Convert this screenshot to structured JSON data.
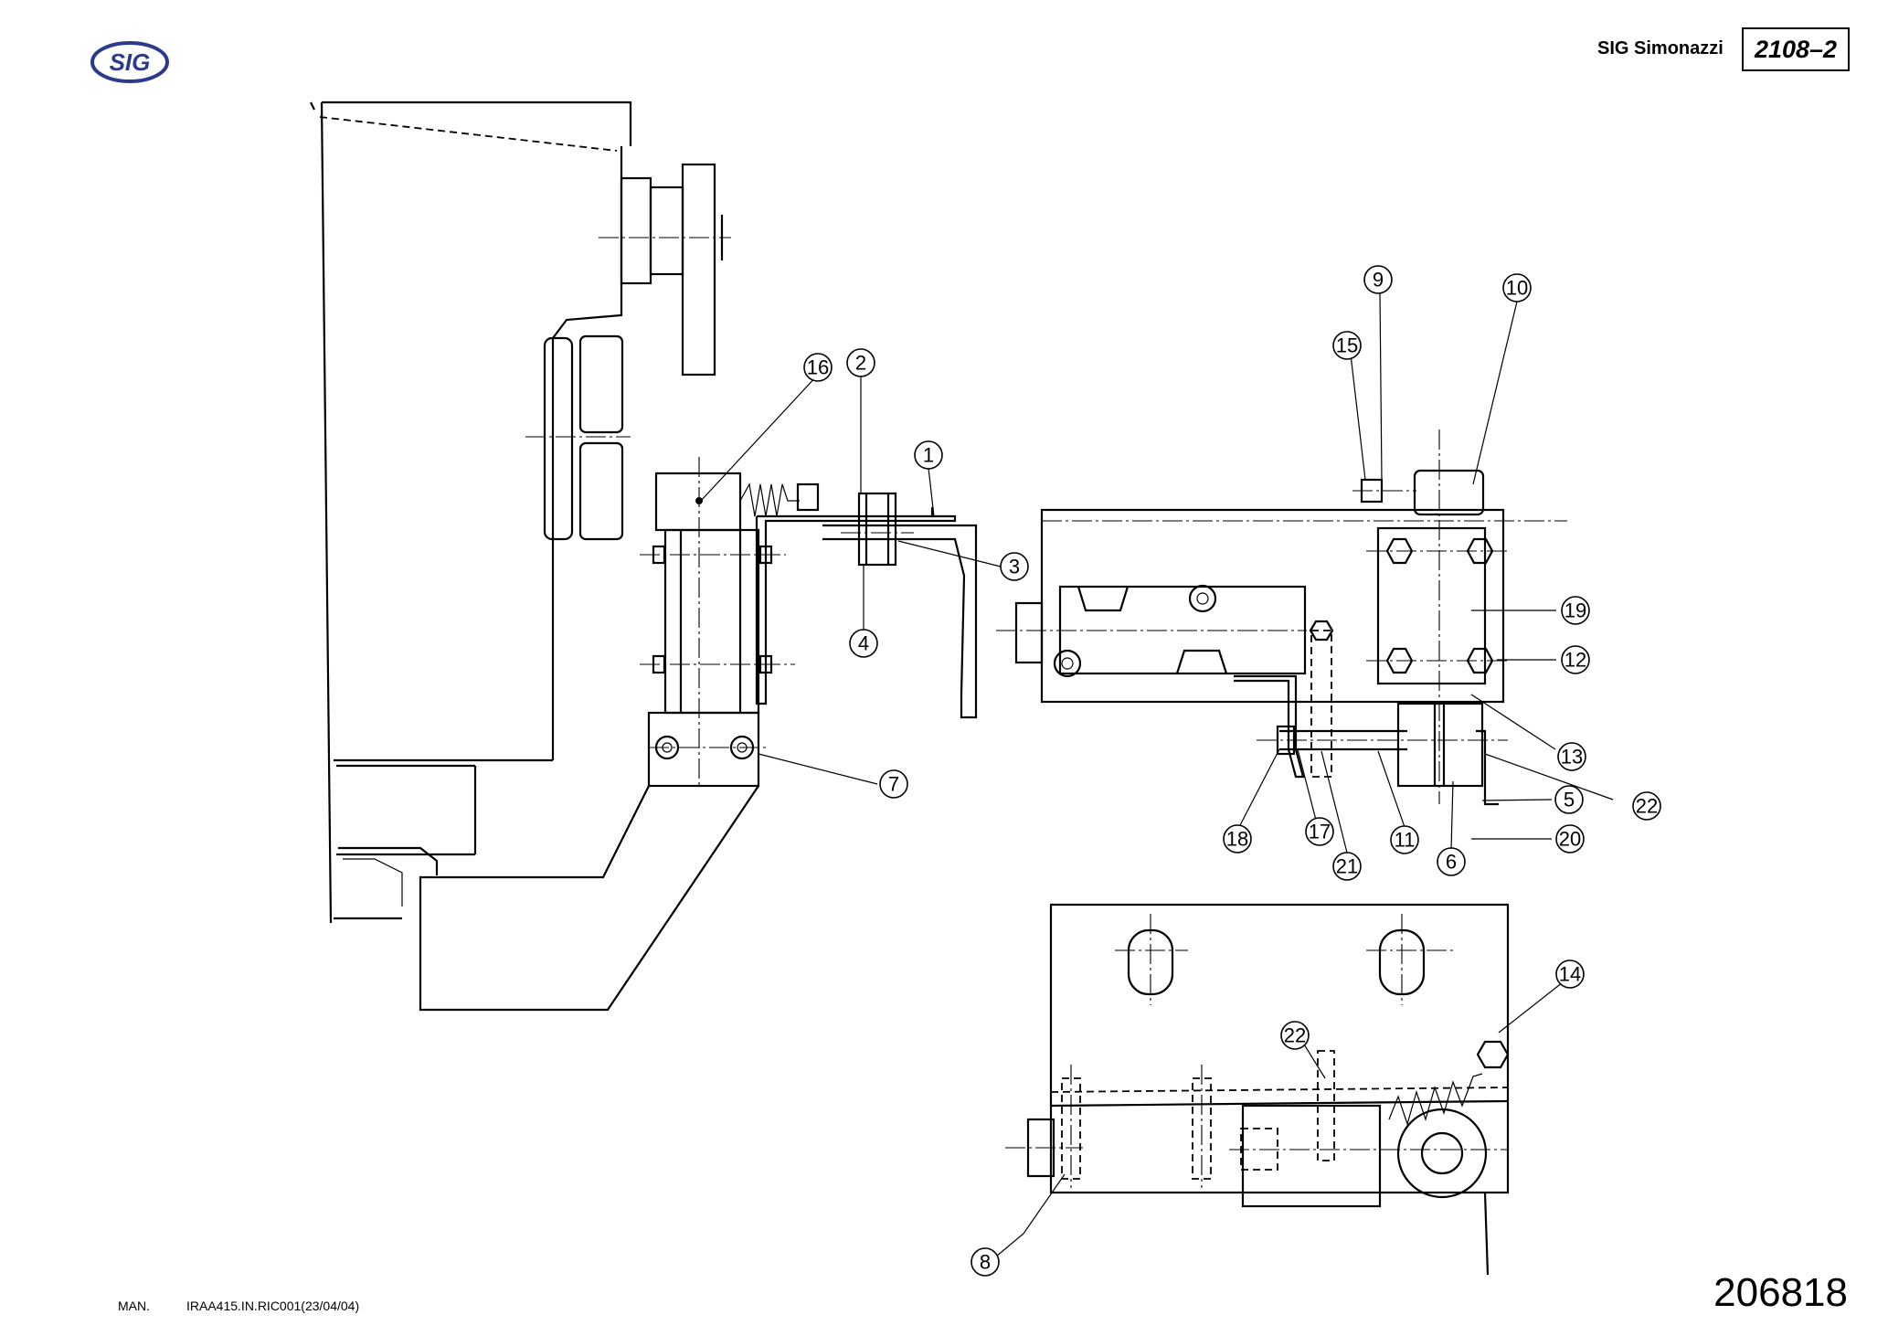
{
  "header": {
    "logo_text": "SIG",
    "company": "SIG Simonazzi",
    "doc_code": "2108–2"
  },
  "footer": {
    "man_label": "MAN.",
    "reference": "IRAA415.IN.RIC001(23/04/04)",
    "drawing_number": "206818"
  },
  "balloons": [
    {
      "id": "b1",
      "label": "1"
    },
    {
      "id": "b2",
      "label": "2"
    },
    {
      "id": "b3",
      "label": "3"
    },
    {
      "id": "b4",
      "label": "4"
    },
    {
      "id": "b5",
      "label": "5"
    },
    {
      "id": "b6",
      "label": "6"
    },
    {
      "id": "b7",
      "label": "7"
    },
    {
      "id": "b8",
      "label": "8"
    },
    {
      "id": "b9",
      "label": "9"
    },
    {
      "id": "b10",
      "label": "10"
    },
    {
      "id": "b11",
      "label": "11"
    },
    {
      "id": "b12",
      "label": "12"
    },
    {
      "id": "b13",
      "label": "13"
    },
    {
      "id": "b14",
      "label": "14"
    },
    {
      "id": "b15",
      "label": "15"
    },
    {
      "id": "b16",
      "label": "16"
    },
    {
      "id": "b17",
      "label": "17"
    },
    {
      "id": "b18",
      "label": "18"
    },
    {
      "id": "b19",
      "label": "19"
    },
    {
      "id": "b20",
      "label": "20"
    },
    {
      "id": "b21",
      "label": "21"
    },
    {
      "id": "b22a",
      "label": "22"
    },
    {
      "id": "b22b",
      "label": "22"
    }
  ]
}
